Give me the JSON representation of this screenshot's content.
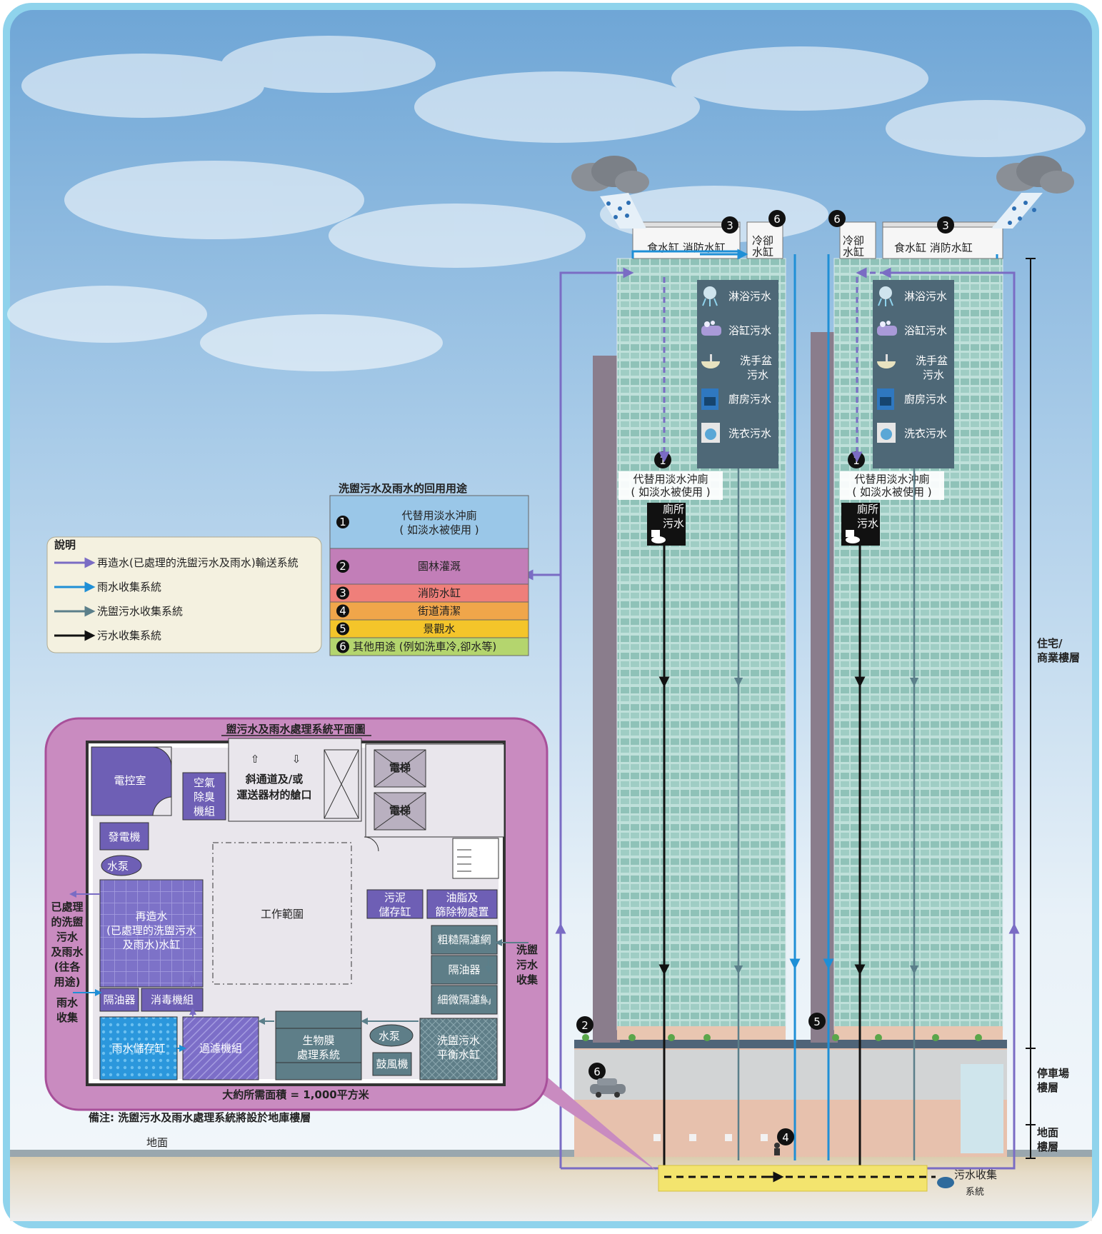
{
  "colors": {
    "recycled": "#7a6cc4",
    "rain": "#1f8fd6",
    "grey": "#5b7f8a",
    "sewage": "#111111",
    "frame": "#8fd3ec",
    "plan_frame": "#c98bc0"
  },
  "reuse_table": {
    "title": "洗盥污水及雨水的回用用途",
    "rows": [
      {
        "num": "1",
        "line1": "代替用淡水沖廁",
        "line2": "( 如淡水被使用 )",
        "color": "#9ac7e8"
      },
      {
        "num": "2",
        "line1": "園林灌溉",
        "line2": "",
        "color": "#c27eb8"
      },
      {
        "num": "3",
        "line1": "消防水缸",
        "line2": "",
        "color": "#ef7f7a"
      },
      {
        "num": "4",
        "line1": "街道清潔",
        "line2": "",
        "color": "#f0a64a"
      },
      {
        "num": "5",
        "line1": "景觀水",
        "line2": "",
        "color": "#f4c52a"
      },
      {
        "num": "6",
        "line1": "其他用途 (例如洗車冷,卻水等)",
        "line2": "",
        "color": "#b4d56e"
      }
    ]
  },
  "legend": {
    "title": "說明",
    "items": [
      {
        "label": "再造水(已處理的洗盥污水及雨水)輸送系統",
        "color": "#7a6cc4"
      },
      {
        "label": "雨水收集系統",
        "color": "#1f8fd6"
      },
      {
        "label": "洗盥污水收集系統",
        "color": "#5b7f8a"
      },
      {
        "label": "污水收集系統",
        "color": "#111111"
      }
    ]
  },
  "towers": {
    "left": {
      "tank_main": "食水缸  消防水缸",
      "tank_cool_1": "冷卻",
      "tank_cool_2": "水缸",
      "badge_tank": "3",
      "badge_cool": "6"
    },
    "right": {
      "tank_main": "食水缸  消防水缸",
      "tank_cool_1": "冷卻",
      "tank_cool_2": "水缸",
      "badge_tank": "3",
      "badge_cool": "6"
    },
    "greywater_sources": [
      {
        "label": "淋浴污水",
        "icon": "shower-icon"
      },
      {
        "label": "浴缸污水",
        "icon": "bathtub-icon"
      },
      {
        "label": "洗手盆\n污水",
        "icon": "washbasin-icon"
      },
      {
        "label": "廚房污水",
        "icon": "stove-icon"
      },
      {
        "label": "洗衣污水",
        "icon": "washing-machine-icon"
      }
    ],
    "flush_badge": "1",
    "flush_label_1": "代替用淡水沖廁",
    "flush_label_2": "( 如淡水被使用 )",
    "toilet_1": "廁所",
    "toilet_2": "污水"
  },
  "floors": {
    "residential_1": "住宅/",
    "residential_2": "商業樓層",
    "carpark_1": "停車場",
    "carpark_2": "樓層",
    "ground_1": "地面",
    "ground_2": "樓層"
  },
  "ground_label": "地面",
  "sewer": {
    "label_1": "污水收集",
    "label_2": "系統"
  },
  "site_badges": {
    "b2": "2",
    "b5": "5",
    "b6": "6",
    "b4": "4"
  },
  "plan": {
    "title": "盥污水及雨水處理系統平面圖",
    "area": "大約所需面積 = 1,000平方米",
    "note": "備注: 洗盥污水及雨水處理系統將設於地庫樓層",
    "rooms": {
      "control": "電控室",
      "air_1": "空氣",
      "air_2": "除臭",
      "air_3": "機組",
      "ramp_1": "斜通道及/或",
      "ramp_2": "運送器材的艙口",
      "lift": "電梯",
      "generator": "發電機",
      "pump": "水泵",
      "recycled_tank_1": "再造水",
      "recycled_tank_2": "(已處理的洗盥污水",
      "recycled_tank_3": "及雨水)水缸",
      "work_area": "工作範圍",
      "sludge_1": "污泥",
      "sludge_2": "儲存缸",
      "grease_1": "油脂及",
      "grease_2": "篩除物處置",
      "coarse": "粗糙隔濾網",
      "oil_sep": "隔油器",
      "fine": "細微隔濾網",
      "oil_sep2": "隔油器",
      "disinfect": "消毒機組",
      "rain_tank": "雨水儲存缸",
      "filter": "過濾機組",
      "biofilm_1": "生物膜",
      "biofilm_2": "處理系統",
      "pump2": "水泵",
      "blower": "鼓風機",
      "balance_1": "洗盥污水",
      "balance_2": "平衡水缸"
    },
    "side": {
      "treated": [
        "已處理",
        "的洗盥",
        "污水",
        "及雨水",
        "(往各",
        "用途)"
      ],
      "rain": [
        "雨水",
        "收集"
      ],
      "grey": [
        "洗盥",
        "污水",
        "收集"
      ]
    }
  }
}
